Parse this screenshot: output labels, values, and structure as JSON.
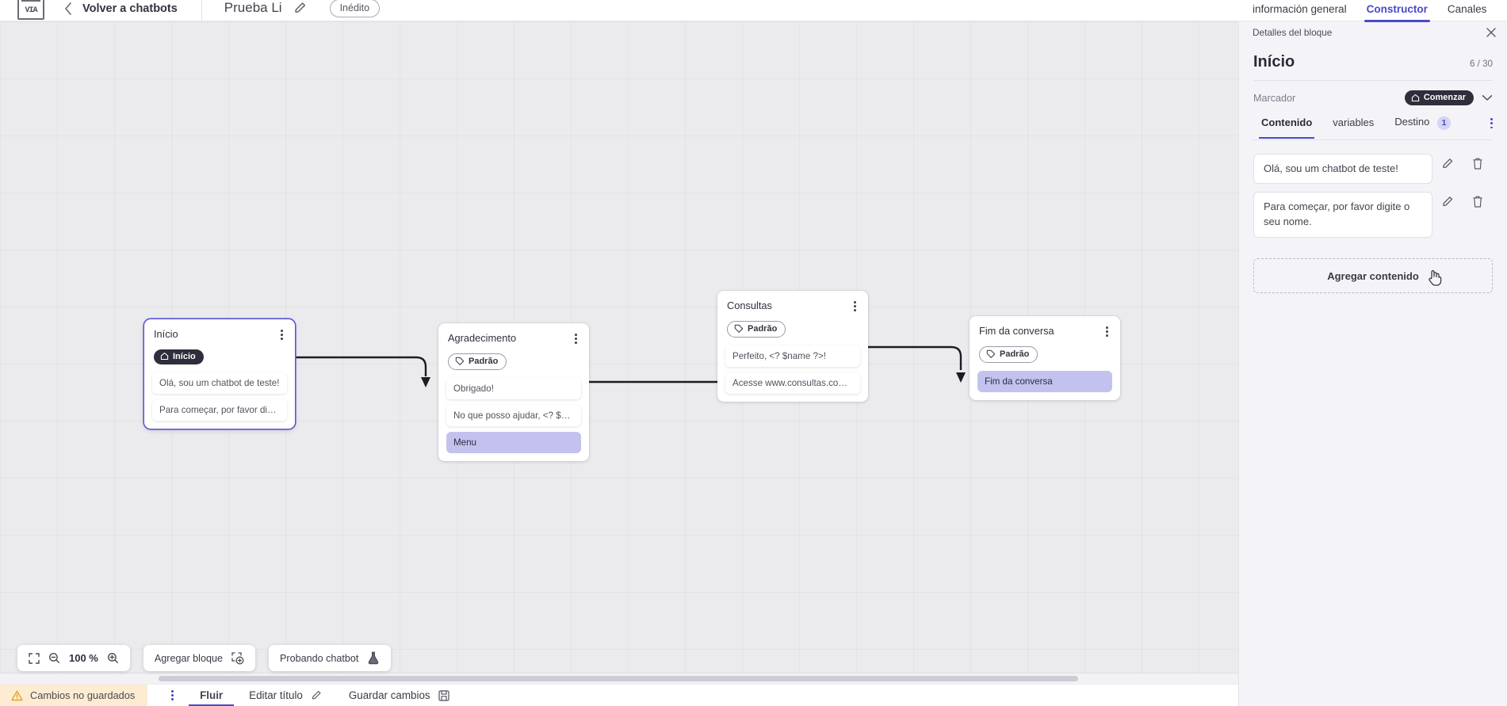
{
  "topbar": {
    "logo_text": "VIA",
    "back_label": "Volver a chatbots",
    "doc_title": "Prueba Li",
    "status_badge": "Inédito"
  },
  "right_tabs": [
    {
      "label": "información general",
      "active": false
    },
    {
      "label": "Constructor",
      "active": true
    },
    {
      "label": "Canales",
      "active": false
    }
  ],
  "canvas": {
    "nodes": [
      {
        "title": "Início",
        "chip": {
          "label": "Início",
          "style": "dark",
          "icon": "home-icon"
        },
        "messages": [
          {
            "text": "Olá, sou um chatbot de teste!",
            "accent": false
          },
          {
            "text": "Para começar, por favor digite o ...",
            "accent": false
          }
        ],
        "selected": true
      },
      {
        "title": "Agradecimento",
        "chip": {
          "label": "Padrão",
          "style": "outline",
          "icon": "tag-icon"
        },
        "messages": [
          {
            "text": "Obrigado!",
            "accent": false
          },
          {
            "text": "No que posso ajudar, <? $name ...",
            "accent": false
          },
          {
            "text": "Menu",
            "accent": true
          }
        ],
        "selected": false
      },
      {
        "title": "Consultas",
        "chip": {
          "label": "Padrão",
          "style": "outline",
          "icon": "tag-icon"
        },
        "messages": [
          {
            "text": "Perfeito, <? $name ?>!",
            "accent": false
          },
          {
            "text": "Acesse www.consultas.com par...",
            "accent": false
          }
        ],
        "selected": false
      },
      {
        "title": "Fim da conversa",
        "chip": {
          "label": "Padrão",
          "style": "outline",
          "icon": "tag-icon"
        },
        "messages": [
          {
            "text": "Fim da conversa",
            "accent": true
          }
        ],
        "selected": false
      }
    ]
  },
  "float_tools": {
    "zoom_level": "100 %",
    "add_block": "Agregar bloque",
    "test_chatbot": "Probando chatbot"
  },
  "bottombar": {
    "unsaved": "Cambios no guardados",
    "flow": "Fluir",
    "edit_title": "Editar título",
    "save_changes": "Guardar cambios"
  },
  "panel": {
    "header": "Detalles del bloque",
    "title": "Início",
    "count": "6 / 30",
    "marker_label": "Marcador",
    "marker_value": "Comenzar",
    "tabs": [
      {
        "label": "Contenido",
        "badge": "",
        "active": true
      },
      {
        "label": "variables",
        "badge": "",
        "active": false
      },
      {
        "label": "Destino",
        "badge": "1",
        "active": false
      }
    ],
    "contents": [
      "Olá, sou um chatbot de teste!",
      "Para começar, por favor digite o seu nome."
    ],
    "add_content": "Agregar contenido"
  },
  "colors": {
    "accent": "#4b49c8",
    "chip_dark": "#2e2e3c",
    "msg_accent": "#c3c2ef",
    "warning_bg": "#fdecd2",
    "canvas_bg": "#ebebee",
    "panel_bg": "#f4f4f8"
  }
}
